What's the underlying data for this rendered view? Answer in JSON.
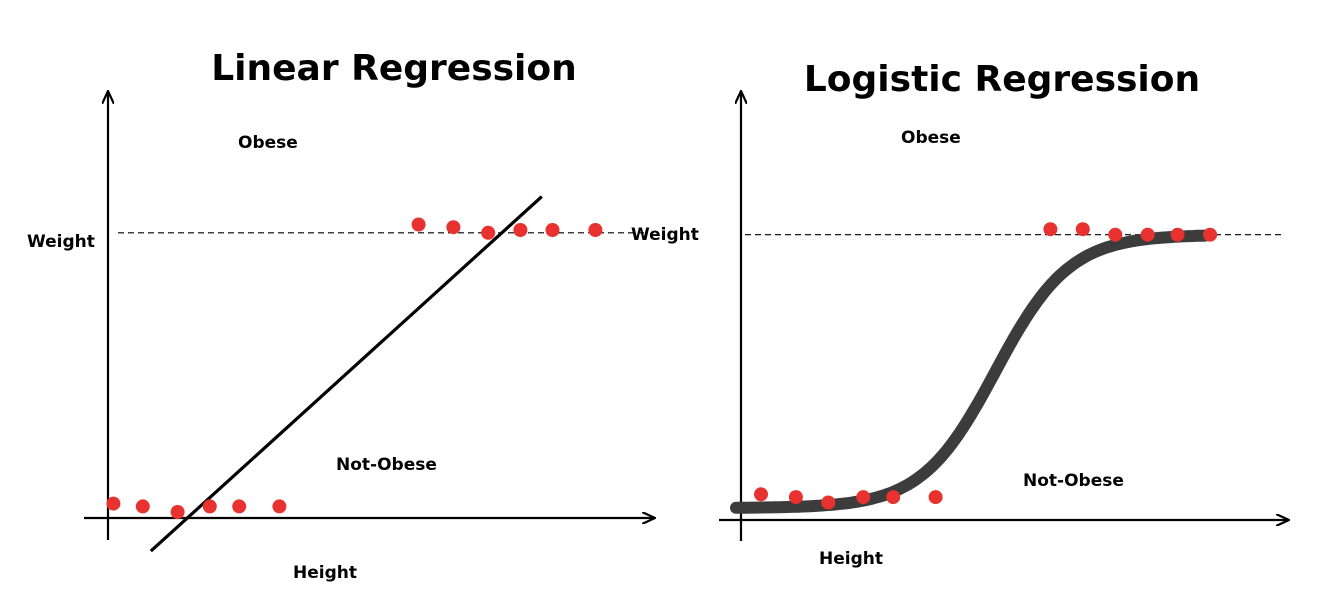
{
  "chart_data": [
    {
      "type": "line",
      "title": "Linear Regression",
      "xlabel": "Height",
      "ylabel": "Weight",
      "annotations": [
        "Obese",
        "Not-Obese"
      ],
      "threshold": 1,
      "xlim": [
        0,
        9
      ],
      "ylim": [
        0,
        1.2
      ],
      "points": [
        {
          "x": 0.1,
          "y": 0.03
        },
        {
          "x": 0.65,
          "y": 0.02
        },
        {
          "x": 1.3,
          "y": 0.0
        },
        {
          "x": 1.9,
          "y": 0.02
        },
        {
          "x": 2.45,
          "y": 0.02
        },
        {
          "x": 3.2,
          "y": 0.02
        },
        {
          "x": 5.8,
          "y": 1.03
        },
        {
          "x": 6.45,
          "y": 1.02
        },
        {
          "x": 7.1,
          "y": 1.0
        },
        {
          "x": 7.7,
          "y": 1.01
        },
        {
          "x": 8.3,
          "y": 1.01
        },
        {
          "x": 9.1,
          "y": 1.01
        }
      ],
      "fit_line": [
        {
          "x": 0.8,
          "y": -0.14
        },
        {
          "x": 8.1,
          "y": 1.13
        }
      ]
    },
    {
      "type": "line",
      "title": "Logistic Regression",
      "xlabel": "Height",
      "ylabel": "Weight",
      "annotations": [
        "Obese",
        "Not-Obese"
      ],
      "threshold": 1,
      "xlim": [
        0,
        10
      ],
      "ylim": [
        0,
        1.2
      ],
      "points": [
        {
          "x": 0.4,
          "y": 0.05
        },
        {
          "x": 1.1,
          "y": 0.04
        },
        {
          "x": 1.75,
          "y": 0.02
        },
        {
          "x": 2.45,
          "y": 0.04
        },
        {
          "x": 3.05,
          "y": 0.04
        },
        {
          "x": 3.9,
          "y": 0.04
        },
        {
          "x": 6.2,
          "y": 1.02
        },
        {
          "x": 6.85,
          "y": 1.02
        },
        {
          "x": 7.5,
          "y": 1.0
        },
        {
          "x": 8.15,
          "y": 1.0
        },
        {
          "x": 8.75,
          "y": 1.0
        },
        {
          "x": 9.4,
          "y": 1.0
        }
      ],
      "curve": {
        "midpoint": 5.1,
        "steepness": 1.35,
        "start": -0.1,
        "end": 9.3
      }
    }
  ]
}
